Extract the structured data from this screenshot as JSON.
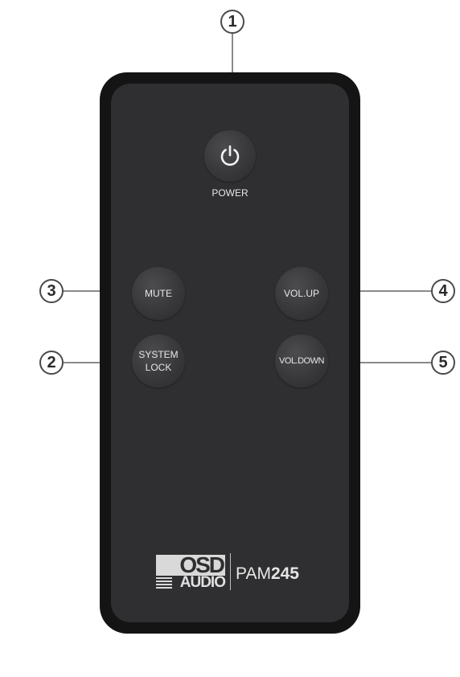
{
  "remote": {
    "power_label": "POWER",
    "buttons": {
      "mute": "MUTE",
      "system_lock_line1": "SYSTEM",
      "system_lock_line2": "LOCK",
      "vol_up": "VOL.UP",
      "vol_down": "VOL.DOWN"
    },
    "power_icon": "power-icon",
    "logo": {
      "line1": "OSD",
      "line2": "AUDIO"
    },
    "model": {
      "prefix": "PAM",
      "number": "245"
    }
  },
  "callouts": {
    "power": "1",
    "system_lock": "2",
    "mute": "3",
    "vol_up": "4",
    "vol_down": "5"
  },
  "colors": {
    "remote_body": "#141414",
    "remote_face": "#2f2f31",
    "callout_stroke": "#4a4a4a",
    "leader_line": "#8a8a8a"
  }
}
